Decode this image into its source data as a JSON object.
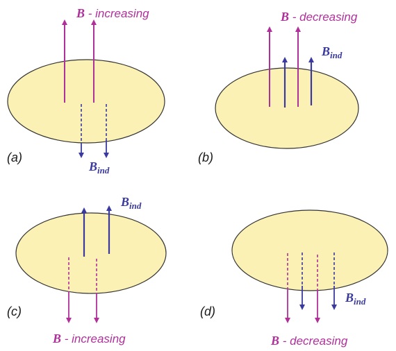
{
  "colors": {
    "magenta": "#b0309a",
    "blue": "#3a3a9e",
    "disk_fill": "#fbf1b4",
    "disk_stroke": "#333333"
  },
  "panels": {
    "a": {
      "label": "(a)",
      "b_symbol": "B",
      "b_text": " - increasing",
      "ind_symbol": "B",
      "ind_sub": "ind"
    },
    "b": {
      "label": "(b)",
      "b_symbol": "B",
      "b_text": " - decreasing",
      "ind_symbol": "B",
      "ind_sub": "ind"
    },
    "c": {
      "label": "(c)",
      "b_symbol": "B",
      "b_text": " - increasing",
      "ind_symbol": "B",
      "ind_sub": "ind"
    },
    "d": {
      "label": "(d)",
      "b_symbol": "B",
      "b_text": " - decreasing",
      "ind_symbol": "B",
      "ind_sub": "ind"
    }
  }
}
